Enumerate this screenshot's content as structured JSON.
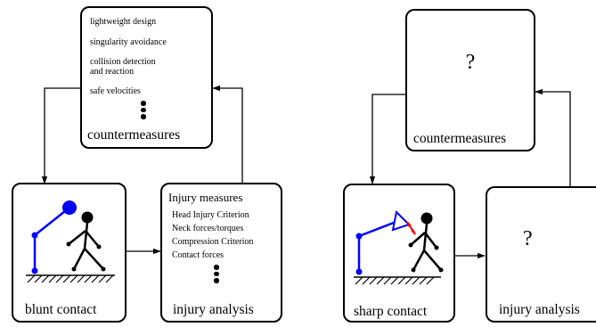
{
  "left_panel": {
    "countermeasures": {
      "items": [
        "lightweight design",
        "singularity avoidance",
        "collision detection",
        "and reaction",
        "safe  velocities"
      ],
      "label": "countermeasures"
    },
    "contact": {
      "label": "blunt contact"
    },
    "analysis": {
      "title": "Injury measures",
      "items": [
        "Head Injury Criterion",
        "Neck forces/torques",
        "Compression Criterion",
        "Contact forces"
      ],
      "label": "injury analysis"
    }
  },
  "right_panel": {
    "countermeasures": {
      "question": "?",
      "label": "countermeasures"
    },
    "contact": {
      "label": "sharp contact"
    },
    "analysis": {
      "question": "?",
      "label": "injury analysis"
    }
  },
  "colors": {
    "robot": "#0000ff",
    "human": "#000000",
    "force": "#ff0000"
  }
}
